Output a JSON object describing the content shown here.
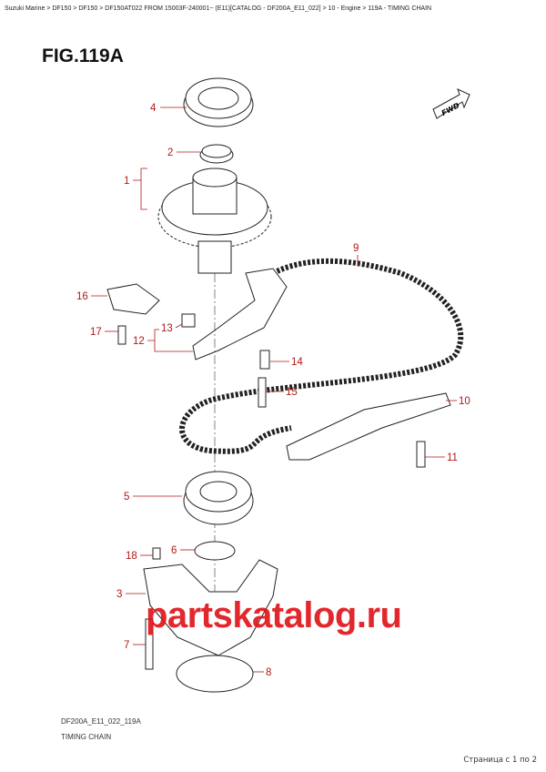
{
  "breadcrumb": "Suzuki Marine > DF150 > DF150 > DF150AT022 FROM 15003F-240001~ (E11)[CATALOG - DF200A_E11_022] > 10 - Engine > 119A - TIMING CHAIN",
  "figure_title": "FIG.119A",
  "fwd_label": "FWD",
  "callouts": [
    "4",
    "2",
    "1",
    "16",
    "17",
    "13",
    "12",
    "9",
    "14",
    "15",
    "10",
    "11",
    "5",
    "6",
    "18",
    "3",
    "7",
    "8"
  ],
  "diagram_code": "DF200A_E11_022_119A",
  "diagram_subtitle": "TIMING CHAIN",
  "watermark": "partskatalog.ru",
  "pager": "Страница с 1 по 2",
  "colors": {
    "callout": "#b01818",
    "watermark": "#e0161b"
  }
}
